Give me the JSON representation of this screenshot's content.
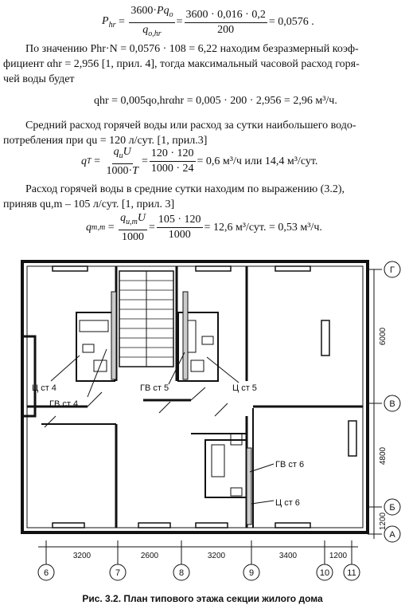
{
  "formulas": {
    "f1": {
      "lhs": "Phr",
      "frac1_num": "3600 · Pqo",
      "frac1_den": "qo,hr",
      "frac2_num": "3600 · 0,016 · 0,2",
      "frac2_den": "200",
      "result": "= 0,0576 ."
    },
    "f2": "qhr = 0,005qo,hrαhr = 0,005 · 200 · 2,956 = 2,96 м³/ч.",
    "f3": {
      "lhs": "qT",
      "frac1_num": "quU",
      "frac1_den": "1000 · T",
      "frac2_num": "120 · 120",
      "frac2_den": "1000 · 24",
      "result": "= 0,6  м³/ч или 14,4 м³/сут."
    },
    "f4": {
      "lhs": "qт,m",
      "frac1_num": "qu,mU",
      "frac1_den": "1000",
      "frac2_num": "105 · 120",
      "frac2_den": "1000",
      "result": "= 12,6 м³/сут. = 0,53 м³/ч."
    }
  },
  "paragraphs": {
    "p1_line1": "По значению  Phr·N = 0,0576 · 108 = 6,22  находим безразмерный коэф-",
    "p1_line2": "фициент αhr = 2,956 [1, прил. 4], тогда максимальный часовой расход горя-",
    "p1_line3": "чей воды будет",
    "p2_line1": "Средний расход горячей воды или расход за сутки наибольшего водо-",
    "p2_line2": "потребления при qu = 120 л/сут. [1, прил.3]",
    "p3_line1": "Расход горячей воды в средние сутки находим по выражению (3.2),",
    "p3_line2": "приняв qu,m – 105 л/сут. [1, прил. 3]"
  },
  "plan": {
    "labels": {
      "ts4": "Ц ст 4",
      "gv4": "ГВ ст 4",
      "gv5": "ГВ ст 5",
      "ts5": "Ц ст 5",
      "gv6": "ГВ ст 6",
      "ts6": "Ц ст 6"
    },
    "axes_letters": [
      "Г",
      "В",
      "Б",
      "А"
    ],
    "axes_numbers": [
      "6",
      "7",
      "8",
      "9",
      "10",
      "11"
    ],
    "dims_horizontal": [
      "3200",
      "2600",
      "3200",
      "3400",
      "1200"
    ],
    "dims_vertical": [
      "6000",
      "4800",
      "1200"
    ]
  },
  "caption": "Рис. 3.2. План типового этажа секции жилого дома"
}
